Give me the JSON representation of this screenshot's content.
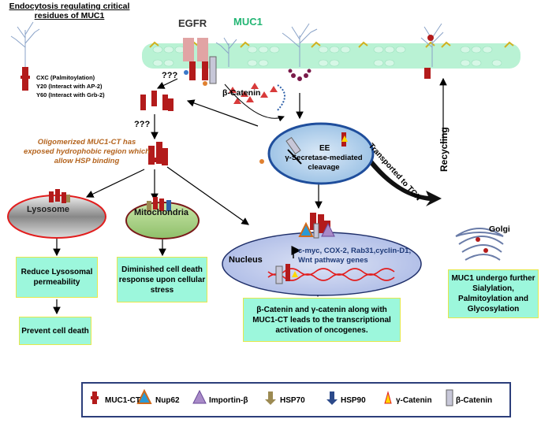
{
  "header": {
    "title": "Endocytosis regulating critical residues of MUC1"
  },
  "residues": [
    "CXC (Palmitoylation)",
    "Y20 (Interact with AP-2)",
    "Y60 (Interact with Grb-2)"
  ],
  "labels": {
    "egfr": "EGFR",
    "muc1": "MUC1",
    "beta_catenin": "β-Catenin",
    "q1": "???",
    "q2": "???",
    "oligomer_note": "Oligomerized MUC1-CT has exposed hydrophobic region which allow HSP binding",
    "ee": "EE",
    "ee_sub": "γ-Secretase-mediated cleavage",
    "lysosome": "Lysosome",
    "mitochondria": "Mitochondria",
    "nucleus": "Nucleus",
    "genes": "c-myc, COX-2, Rab31,cyclin-D1, Wnt pathway genes",
    "golgi": "Golgi",
    "recycling": "Recycling",
    "transported": "Transported to TGN"
  },
  "boxes": {
    "reduce": "Reduce Lysosomal permeability",
    "prevent": "Prevent cell death",
    "diminished": "Diminished cell death response upon cellular stress",
    "activation": "β-Catenin and γ-catenin along with MUC1-CT leads to the transcriptional activation of oncogenes.",
    "golgi_box": "MUC1 undergo further Sialylation, Palmitoylation and Glycosylation"
  },
  "legend": [
    "MUC1-CT",
    "Nup62",
    "Importin-β",
    "HSP70",
    "HSP90",
    "γ-Catenin",
    "β-Catenin"
  ],
  "colors": {
    "muc1": "#b31b1b",
    "membrane": "#b9f2d4",
    "box_fill": "#9cf7dc",
    "box_border": "#e6e84a",
    "organelle": "#9fc4e6",
    "legend_border": "#2c3e7a"
  }
}
